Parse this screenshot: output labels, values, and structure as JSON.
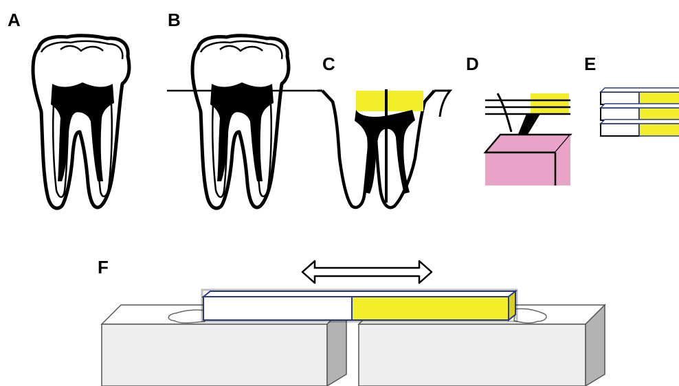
{
  "panels": {
    "a": {
      "label": "A"
    },
    "b": {
      "label": "B"
    },
    "c": {
      "label": "C"
    },
    "d": {
      "label": "D"
    },
    "e": {
      "label": "E"
    },
    "f": {
      "label": "F"
    }
  },
  "colors": {
    "resin": "#f2ef2a",
    "gingiva": "#e9a3c8",
    "support_block": "#eeeeee",
    "support_block_side": "#b3b3b3",
    "outline": "#000000"
  },
  "icons": [
    "tooth-icon",
    "double-arrow-icon",
    "specimen-beam-icon",
    "support-block-icon"
  ]
}
